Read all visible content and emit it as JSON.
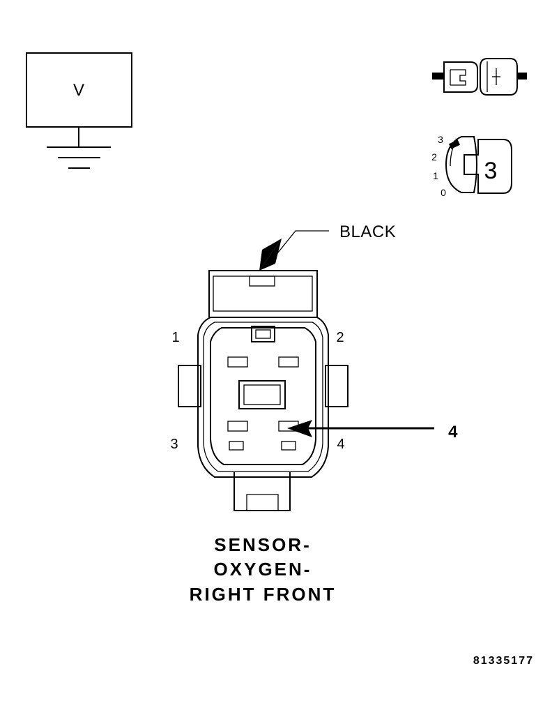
{
  "meter": {
    "label": "V"
  },
  "connector": {
    "color_label": "BLACK",
    "pins": [
      "1",
      "2",
      "3",
      "4"
    ],
    "callout": "4"
  },
  "selector": {
    "positions": [
      "3",
      "2",
      "1",
      "0"
    ],
    "selected": "3"
  },
  "title": {
    "lines": [
      "SENSOR-",
      "OXYGEN-",
      "RIGHT FRONT"
    ]
  },
  "figure_code": "81335177"
}
